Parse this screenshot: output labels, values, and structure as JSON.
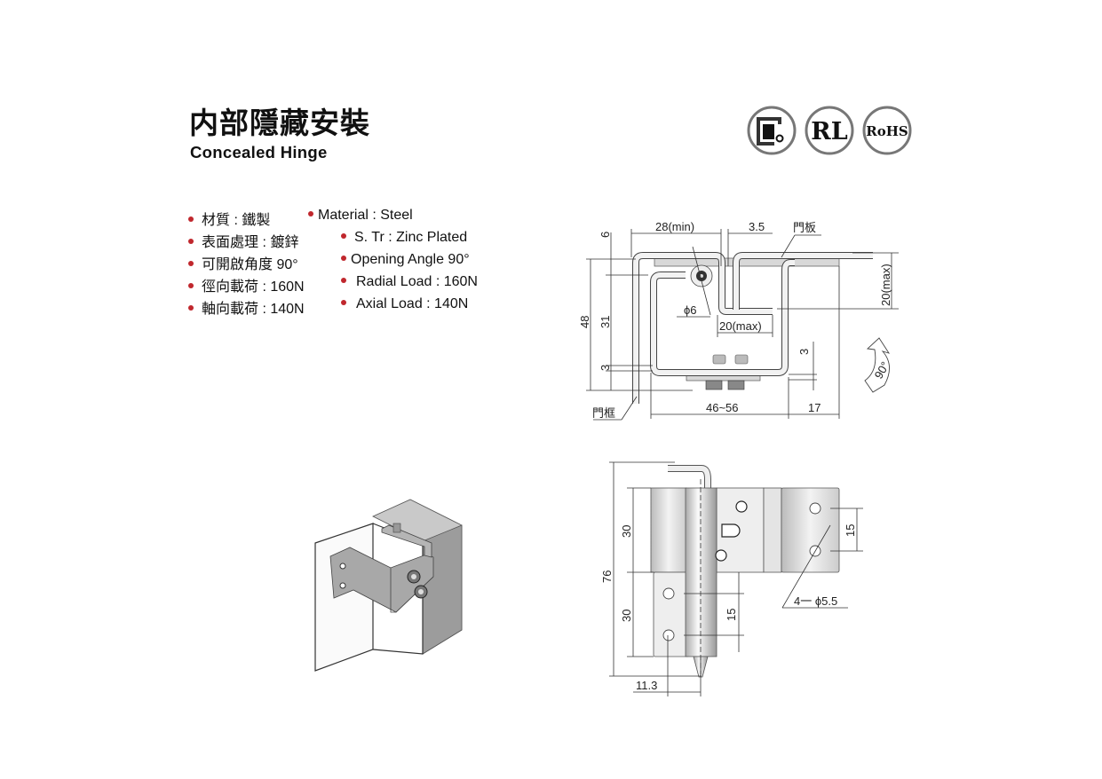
{
  "title": {
    "zh": "内部隱藏安裝",
    "en": "Concealed Hinge"
  },
  "certifications": [
    {
      "name": "safety-mark-icon"
    },
    {
      "name": "RL"
    },
    {
      "name": "RoHS"
    }
  ],
  "specs": [
    {
      "zh": "材質 : 鐵製",
      "en": "Material : Steel"
    },
    {
      "zh": "表面處理 : 鍍鋅",
      "en": "S. Tr : Zinc Plated"
    },
    {
      "zh": "可開啟角度 90°",
      "en": "Opening Angle 90°"
    },
    {
      "zh": "徑向載荷 : 160N",
      "en": "Radial Load : 160N"
    },
    {
      "zh": "軸向載荷 : 140N",
      "en": "Axial Load : 140N"
    }
  ],
  "top_view": {
    "dim_6": "6",
    "dim_48": "48",
    "dim_31": "31",
    "dim_3_left": "3",
    "dim_28min": "28(min)",
    "dim_3_5": "3.5",
    "label_door_panel": "門板",
    "dim_20max_right": "20(max)",
    "dim_phi6": "ϕ6",
    "dim_20max": "20(max)",
    "dim_3_right": "3",
    "dim_46_56": "46~56",
    "dim_17": "17",
    "label_door_frame": "門框",
    "angle_90": "90°"
  },
  "front_view": {
    "dim_76": "76",
    "dim_30_top": "30",
    "dim_30_bottom": "30",
    "dim_15_center": "15",
    "dim_15_right": "15",
    "dim_holes": "4一 ϕ5.5",
    "dim_11_3": "11.3"
  }
}
